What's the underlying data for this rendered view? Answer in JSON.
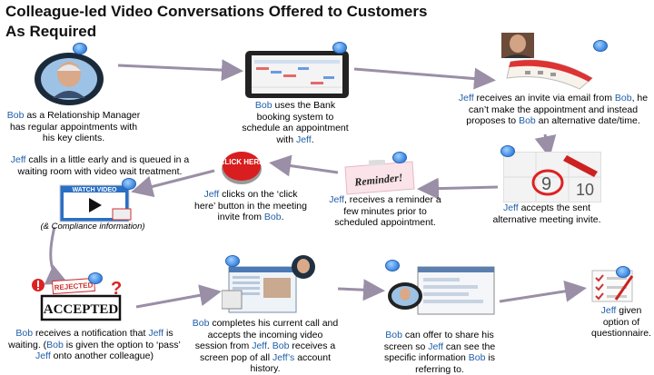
{
  "title": "Colleague-led Video Conversations Offered to Customers As Required",
  "colors": {
    "name_blue": "#1f5fa8",
    "arrow": "#9a8fa6",
    "dot": "#3a86e0"
  },
  "steps": {
    "s1": {
      "name": "Bob",
      "text": " as a Relationship Manager  has regular appointments with his key clients."
    },
    "s2": {
      "a": "Bob",
      "b": " uses the Bank booking system to schedule an appointment with ",
      "c": "Jeff",
      "d": "."
    },
    "s3": {
      "a": "Jeff",
      "b": " receives an invite via email from ",
      "c": "Bob",
      "d": ", he can’t make the appointment and instead proposes to ",
      "e": "Bob",
      "f": " an alternative date/time."
    },
    "s4": {
      "a": "Jeff",
      "b": " accepts the sent alternative meeting invite."
    },
    "s5": {
      "a": "Jeff",
      "b": ", receives a reminder a few minutes prior to scheduled appointment."
    },
    "s6": {
      "a": "Jeff",
      "b": " clicks on the ‘click here’  button in the meeting invite from ",
      "c": "Bob",
      "d": "."
    },
    "s7": {
      "a": "Jeff",
      "b": " calls in a little early and is queued in a waiting room with video wait treatment."
    },
    "s7note": "(& Compliance information)",
    "s8": {
      "a": "Bob",
      "b": "  receives a  notification that ",
      "c": "Jeff",
      "d": " is waiting.  (",
      "e": "Bob",
      "f": " is given the option to ‘pass’ ",
      "g": "Jeff",
      "h": " onto another colleague)"
    },
    "s9": {
      "a": "Bob",
      "b": " completes his current call and accepts the incoming  video session from ",
      "c": "Jeff",
      "d": ".  ",
      "e": "Bob",
      "f": " receives a screen pop of all ",
      "g": "Jeff’s",
      "h": " account history."
    },
    "s10": {
      "a": "Bob",
      "b": " can offer  to share his screen so ",
      "c": "Jeff",
      "d": " can see the specific information ",
      "e": "Bob",
      "f": " is referring to."
    },
    "s11": {
      "a": "Jeff",
      "b": " given option of questionnaire."
    }
  },
  "illustrations": {
    "click_here": "CLICK HERE",
    "reminder": "Reminder!",
    "watch_video": "WATCH VIDEO",
    "rejected": "REJECTED",
    "accepted": "ACCEPTED",
    "calendar_date": "10",
    "calendar_date2": "9"
  }
}
